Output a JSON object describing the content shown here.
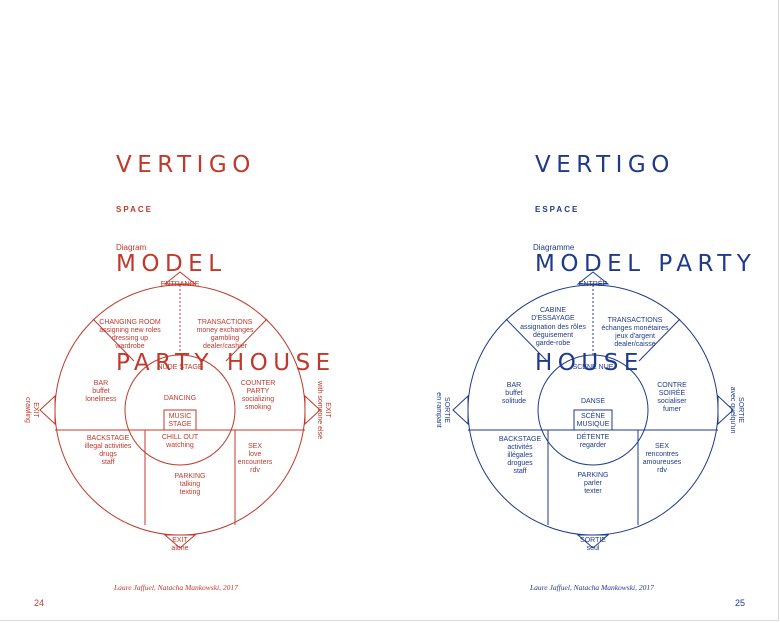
{
  "colors": {
    "english": "#c0392b",
    "french": "#1f3a8a"
  },
  "left": {
    "title_lines": [
      "VERTIGO",
      "MODEL",
      "PARTY HOUSE"
    ],
    "section": "SPACE",
    "subhead": "Diagram",
    "credit": "Laure Jaffuel, Natacha Mankowski, 2017",
    "page_number": "24",
    "diagram": {
      "entrance": "ENTRANCE",
      "changing_room": [
        "CHANGING ROOM",
        "assigning new roles",
        "dressing up",
        "wardrobe"
      ],
      "transactions": [
        "TRANSACTIONS",
        "money exchanges",
        "gambling",
        "dealer/cashier"
      ],
      "nude_stage": "NUDE STAGE",
      "bar": [
        "BAR",
        "buffet",
        "loneliness"
      ],
      "dancing": "DANCING",
      "music_stage": [
        "MUSIC",
        "STAGE"
      ],
      "counter_party": [
        "COUNTER",
        "PARTY",
        "socializing",
        "smoking"
      ],
      "chill_out": [
        "CHILL OUT",
        "watching"
      ],
      "backstage": [
        "BACKSTAGE",
        "illegal activities",
        "drugs",
        "staff"
      ],
      "sex": [
        "SEX",
        "love",
        "encounters",
        "rdv"
      ],
      "parking": [
        "PARKING",
        "talking",
        "texting"
      ],
      "exit_left": [
        "EXIT",
        "crawling"
      ],
      "exit_right": [
        "EXIT",
        "with someone else"
      ],
      "exit_bottom": [
        "EXIT",
        "alone"
      ]
    }
  },
  "right": {
    "title_lines": [
      "VERTIGO",
      "MODEL PARTY",
      "HOUSE"
    ],
    "section": "ESPACE",
    "subhead": "Diagramme",
    "credit": "Laure Jaffuel, Natacha Mankowski, 2017",
    "page_number": "25",
    "diagram": {
      "entrance": "ENTRÉE",
      "changing_room": [
        "CABINE",
        "D'ESSAYAGE",
        "assignation des rôles",
        "déguisement",
        "garde-robe"
      ],
      "transactions": [
        "TRANSACTIONS",
        "échanges monétaires",
        "jeux d'argent",
        "dealer/caisse"
      ],
      "nude_stage": "SCÈNE NUE",
      "bar": [
        "BAR",
        "buffet",
        "solitude"
      ],
      "dancing": "DANSE",
      "music_stage": [
        "SCÈNE",
        "MUSIQUE"
      ],
      "counter_party": [
        "CONTRE",
        "SOIRÉE",
        "socialiser",
        "fumer"
      ],
      "chill_out": [
        "DÉTENTE",
        "regarder"
      ],
      "backstage": [
        "BACKSTAGE",
        "activités",
        "illégales",
        "drogues",
        "staff"
      ],
      "sex": [
        "SEX",
        "rencontres",
        "amoureuses",
        "rdv"
      ],
      "parking": [
        "PARKING",
        "parler",
        "texter"
      ],
      "exit_left": [
        "SORTIE",
        "en rampant"
      ],
      "exit_right": [
        "SORTIE",
        "avec quelqu'un"
      ],
      "exit_bottom": [
        "SORTIE",
        "seul"
      ]
    }
  }
}
